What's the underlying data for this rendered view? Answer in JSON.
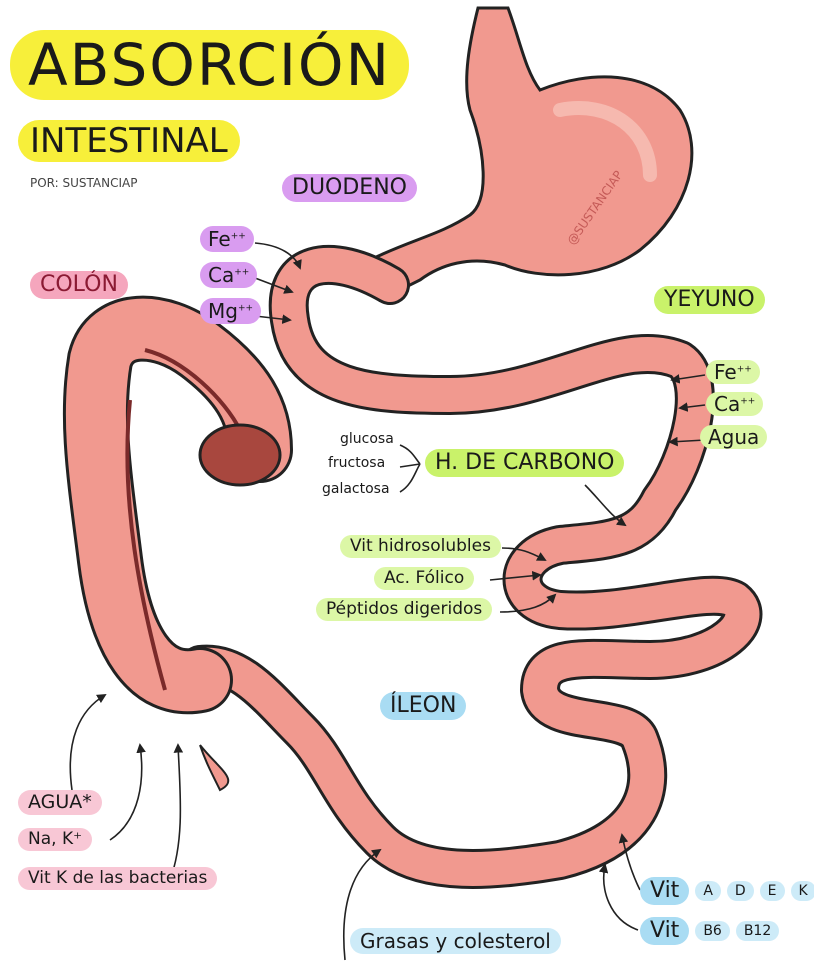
{
  "title": "ABSORCIÓN",
  "subtitle": "INTESTINAL",
  "author": "POR: SUSTANCIAP",
  "watermark": "@SUSTANCIAP",
  "colors": {
    "intestine": "#f1998f",
    "intestine_outline": "#222222",
    "yellow": "#f7ef3a",
    "purple": "#d99cf0",
    "pink": "#f5a6bd",
    "green": "#c9f26a",
    "blue": "#a9dcf3"
  },
  "sections": {
    "duodeno": "DUODENO",
    "colon": "COLÓN",
    "yeyuno": "YEYUNO",
    "ileon": "ÍLEON",
    "carbohidratos": "H. DE CARBONO"
  },
  "duodeno_minerals": [
    "Fe",
    "Ca",
    "Mg"
  ],
  "duodeno_charges": [
    "++",
    "++",
    "++"
  ],
  "yeyuno_absorbs": [
    "Fe",
    "Ca",
    "Agua"
  ],
  "yeyuno_charges": [
    "++",
    "++",
    ""
  ],
  "sugars": [
    "glucosa",
    "fructosa",
    "galactosa"
  ],
  "mid_labels": [
    "Vit hidrosolubles",
    "Ac. Fólico",
    "Péptidos digeridos"
  ],
  "colon_absorbs": [
    "AGUA*",
    "Na, K⁺",
    "Vit K de las bacterias"
  ],
  "ileon_absorbs": {
    "fats": "Grasas y colesterol",
    "vit_prefix_1": "Vit",
    "vit_list_1": [
      "A",
      "D",
      "E",
      "K"
    ],
    "vit_prefix_2": "Vit",
    "vit_list_2": [
      "B6",
      "B12"
    ]
  }
}
